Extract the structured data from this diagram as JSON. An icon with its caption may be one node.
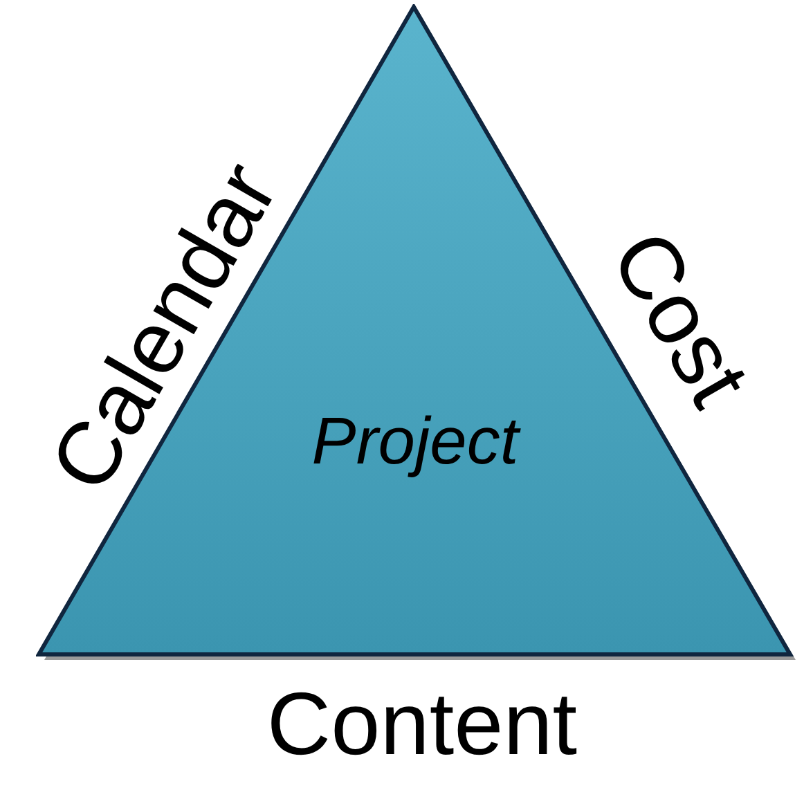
{
  "diagram": {
    "nodes": [
      {
        "text": [
          "Project"
        ]
      }
    ],
    "labels": [
      "Calendar",
      "Cost",
      "Content"
    ]
  }
}
